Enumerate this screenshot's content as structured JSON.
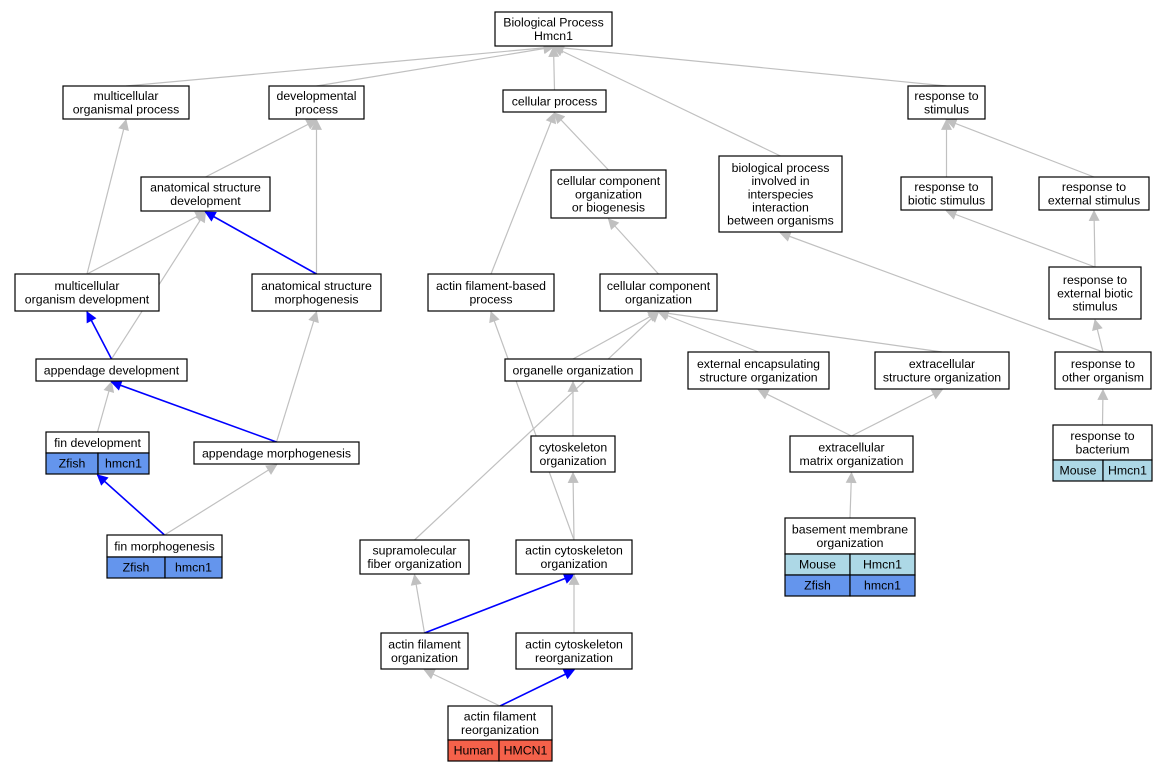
{
  "colors": {
    "edge_default": "#c0c0c0",
    "edge_highlight": "#0000ff",
    "node_border": "#000000",
    "human": "#f4614a",
    "mouse": "#add8e6",
    "zfish": "#6495ed"
  },
  "nodes": [
    {
      "id": "bp",
      "lines": [
        "Biological Process",
        "Hmcn1"
      ]
    },
    {
      "id": "mop",
      "lines": [
        "multicellular",
        "organismal process"
      ]
    },
    {
      "id": "dp",
      "lines": [
        "developmental",
        "process"
      ]
    },
    {
      "id": "cp",
      "lines": [
        "cellular process"
      ]
    },
    {
      "id": "rts",
      "lines": [
        "response to",
        "stimulus"
      ]
    },
    {
      "id": "asd",
      "lines": [
        "anatomical structure",
        "development"
      ]
    },
    {
      "id": "ccob",
      "lines": [
        "cellular component",
        "organization",
        "or biogenesis"
      ]
    },
    {
      "id": "bpii",
      "lines": [
        "biological process",
        "involved in",
        "interspecies",
        "interaction",
        "between organisms"
      ]
    },
    {
      "id": "rbs",
      "lines": [
        "response to",
        "biotic stimulus"
      ]
    },
    {
      "id": "res",
      "lines": [
        "response to",
        "external stimulus"
      ]
    },
    {
      "id": "mod",
      "lines": [
        "multicellular",
        "organism development"
      ]
    },
    {
      "id": "asm",
      "lines": [
        "anatomical structure",
        "morphogenesis"
      ]
    },
    {
      "id": "afbp",
      "lines": [
        "actin filament-based",
        "process"
      ]
    },
    {
      "id": "cco",
      "lines": [
        "cellular component",
        "organization"
      ]
    },
    {
      "id": "rebs",
      "lines": [
        "response to",
        "external biotic",
        "stimulus"
      ]
    },
    {
      "id": "ad",
      "lines": [
        "appendage development"
      ]
    },
    {
      "id": "oo",
      "lines": [
        "organelle organization"
      ]
    },
    {
      "id": "eeso",
      "lines": [
        "external encapsulating",
        "structure organization"
      ]
    },
    {
      "id": "eso",
      "lines": [
        "extracellular",
        "structure organization"
      ]
    },
    {
      "id": "rtoo",
      "lines": [
        "response to",
        "other organism"
      ]
    },
    {
      "id": "fd",
      "lines": [
        "fin development"
      ],
      "annotations": [
        {
          "species": "Zfish",
          "gene": "hmcn1",
          "color": "zfish"
        }
      ]
    },
    {
      "id": "am",
      "lines": [
        "appendage morphogenesis"
      ]
    },
    {
      "id": "co",
      "lines": [
        "cytoskeleton",
        "organization"
      ]
    },
    {
      "id": "emo",
      "lines": [
        "extracellular",
        "matrix organization"
      ]
    },
    {
      "id": "rtb",
      "lines": [
        "response to",
        "bacterium"
      ],
      "annotations": [
        {
          "species": "Mouse",
          "gene": "Hmcn1",
          "color": "mouse"
        }
      ]
    },
    {
      "id": "fm",
      "lines": [
        "fin morphogenesis"
      ],
      "annotations": [
        {
          "species": "Zfish",
          "gene": "hmcn1",
          "color": "zfish"
        }
      ]
    },
    {
      "id": "bmo",
      "lines": [
        "basement membrane",
        "organization"
      ],
      "annotations": [
        {
          "species": "Mouse",
          "gene": "Hmcn1",
          "color": "mouse"
        },
        {
          "species": "Zfish",
          "gene": "hmcn1",
          "color": "zfish"
        }
      ]
    },
    {
      "id": "sfo",
      "lines": [
        "supramolecular",
        "fiber organization"
      ]
    },
    {
      "id": "aco",
      "lines": [
        "actin cytoskeleton",
        "organization"
      ]
    },
    {
      "id": "afo",
      "lines": [
        "actin filament",
        "organization"
      ]
    },
    {
      "id": "acr",
      "lines": [
        "actin cytoskeleton",
        "reorganization"
      ]
    },
    {
      "id": "afr",
      "lines": [
        "actin filament",
        "reorganization"
      ],
      "annotations": [
        {
          "species": "Human",
          "gene": "HMCN1",
          "color": "human"
        }
      ]
    }
  ],
  "edges": [
    {
      "from": "mop",
      "to": "bp"
    },
    {
      "from": "dp",
      "to": "bp"
    },
    {
      "from": "cp",
      "to": "bp"
    },
    {
      "from": "rts",
      "to": "bp"
    },
    {
      "from": "bpii",
      "to": "bp"
    },
    {
      "from": "mod",
      "to": "mop"
    },
    {
      "from": "asd",
      "to": "dp"
    },
    {
      "from": "asm",
      "to": "dp"
    },
    {
      "from": "afbp",
      "to": "cp"
    },
    {
      "from": "ccob",
      "to": "cp"
    },
    {
      "from": "rbs",
      "to": "rts"
    },
    {
      "from": "res",
      "to": "rts"
    },
    {
      "from": "mod",
      "to": "asd"
    },
    {
      "from": "ad",
      "to": "asd"
    },
    {
      "from": "asm",
      "to": "asd",
      "highlight": true
    },
    {
      "from": "cco",
      "to": "ccob"
    },
    {
      "from": "rtoo",
      "to": "bpii"
    },
    {
      "from": "rebs",
      "to": "rbs"
    },
    {
      "from": "rebs",
      "to": "res"
    },
    {
      "from": "ad",
      "to": "mod",
      "highlight": true
    },
    {
      "from": "am",
      "to": "asm"
    },
    {
      "from": "oo",
      "to": "cco"
    },
    {
      "from": "eeso",
      "to": "cco"
    },
    {
      "from": "eso",
      "to": "cco"
    },
    {
      "from": "sfo",
      "to": "cco"
    },
    {
      "from": "aco",
      "to": "afbp"
    },
    {
      "from": "rtoo",
      "to": "rebs"
    },
    {
      "from": "fd",
      "to": "ad"
    },
    {
      "from": "am",
      "to": "ad",
      "highlight": true
    },
    {
      "from": "co",
      "to": "oo"
    },
    {
      "from": "emo",
      "to": "eeso"
    },
    {
      "from": "emo",
      "to": "eso"
    },
    {
      "from": "rtb",
      "to": "rtoo"
    },
    {
      "from": "fm",
      "to": "fd",
      "highlight": true
    },
    {
      "from": "fm",
      "to": "am"
    },
    {
      "from": "aco",
      "to": "co"
    },
    {
      "from": "bmo",
      "to": "emo"
    },
    {
      "from": "afo",
      "to": "sfo"
    },
    {
      "from": "afo",
      "to": "aco",
      "highlight": true
    },
    {
      "from": "acr",
      "to": "aco"
    },
    {
      "from": "afr",
      "to": "afo"
    },
    {
      "from": "afr",
      "to": "acr",
      "highlight": true
    }
  ]
}
